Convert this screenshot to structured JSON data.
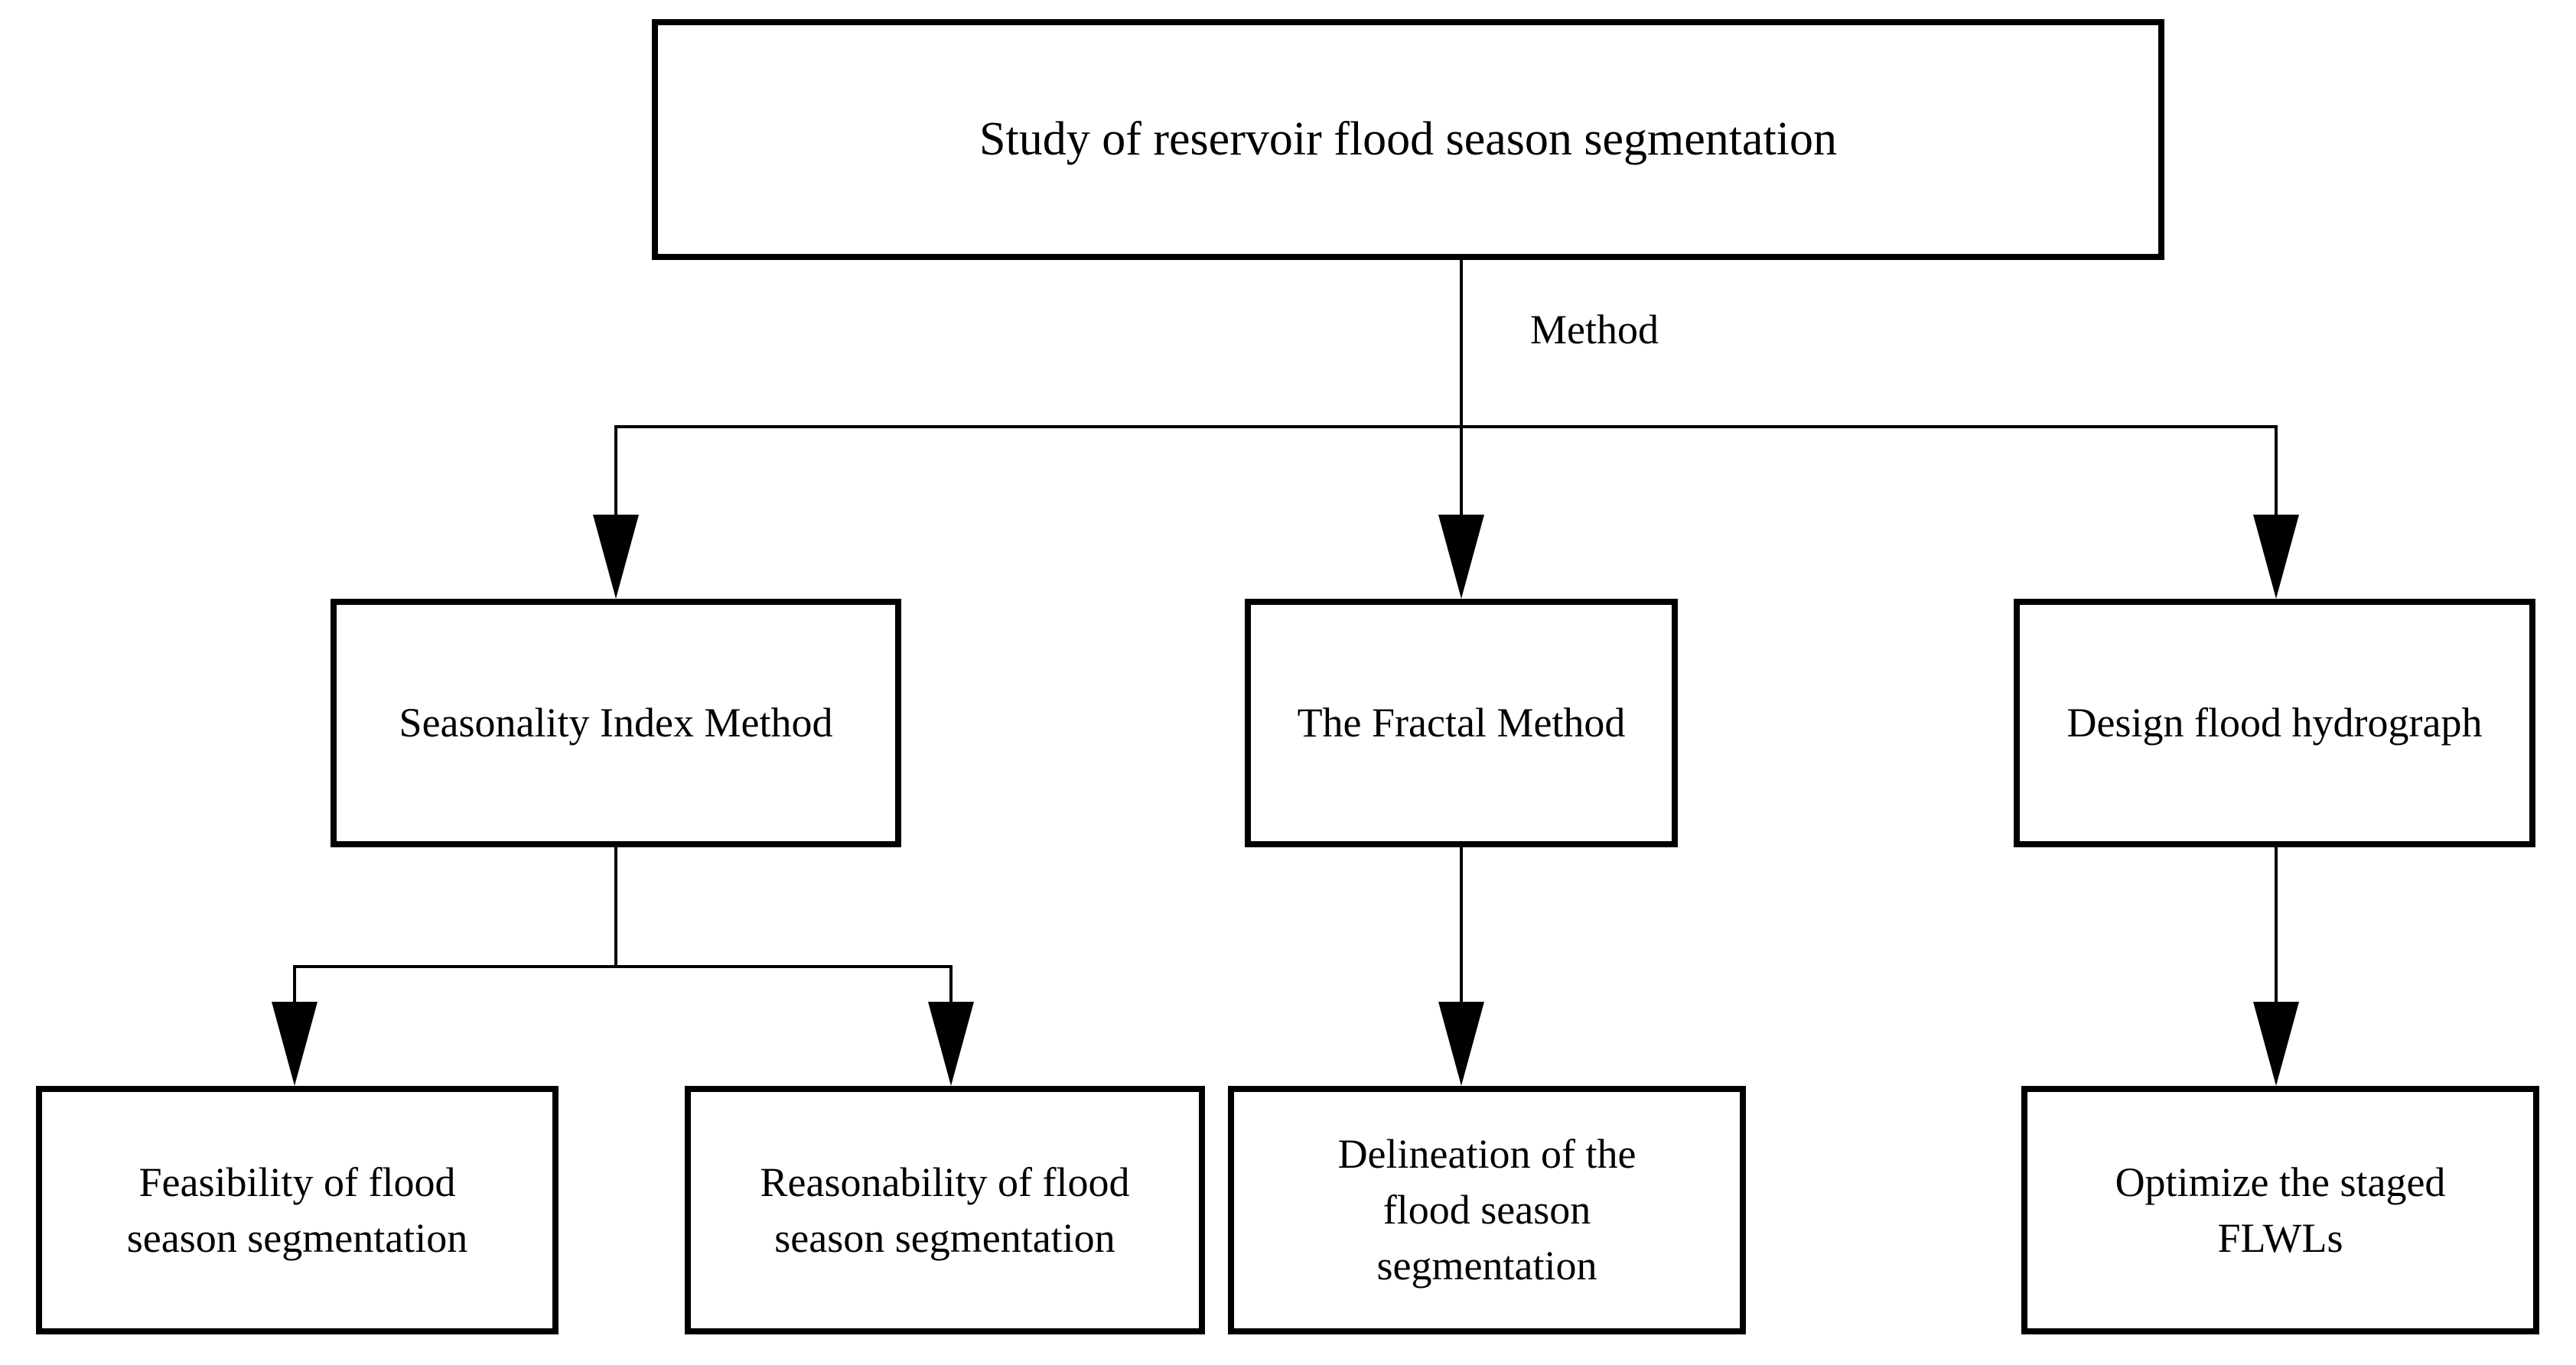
{
  "diagram": {
    "type": "flowchart",
    "edge_label": "Method",
    "colors": {
      "ink": "#000000",
      "background": "#ffffff"
    },
    "nodes": {
      "root": {
        "label": "Study of reservoir flood season segmentation"
      },
      "seasonality": {
        "label": "Seasonality Index Method"
      },
      "fractal": {
        "label": "The Fractal Method"
      },
      "design": {
        "label": "Design flood hydrograph"
      },
      "feasibility": {
        "label": "Feasibility of flood\nseason segmentation"
      },
      "reasonability": {
        "label": "Reasonability of flood\nseason segmentation"
      },
      "delineation": {
        "label": "Delineation of the\nflood season\nsegmentation"
      },
      "optimize": {
        "label": "Optimize the staged\nFLWLs"
      }
    },
    "edges": [
      {
        "from": "root",
        "to": "seasonality",
        "label": "Method"
      },
      {
        "from": "root",
        "to": "fractal",
        "label": "Method"
      },
      {
        "from": "root",
        "to": "design",
        "label": "Method"
      },
      {
        "from": "seasonality",
        "to": "feasibility",
        "label": ""
      },
      {
        "from": "seasonality",
        "to": "reasonability",
        "label": ""
      },
      {
        "from": "fractal",
        "to": "delineation",
        "label": ""
      },
      {
        "from": "design",
        "to": "optimize",
        "label": ""
      }
    ]
  }
}
